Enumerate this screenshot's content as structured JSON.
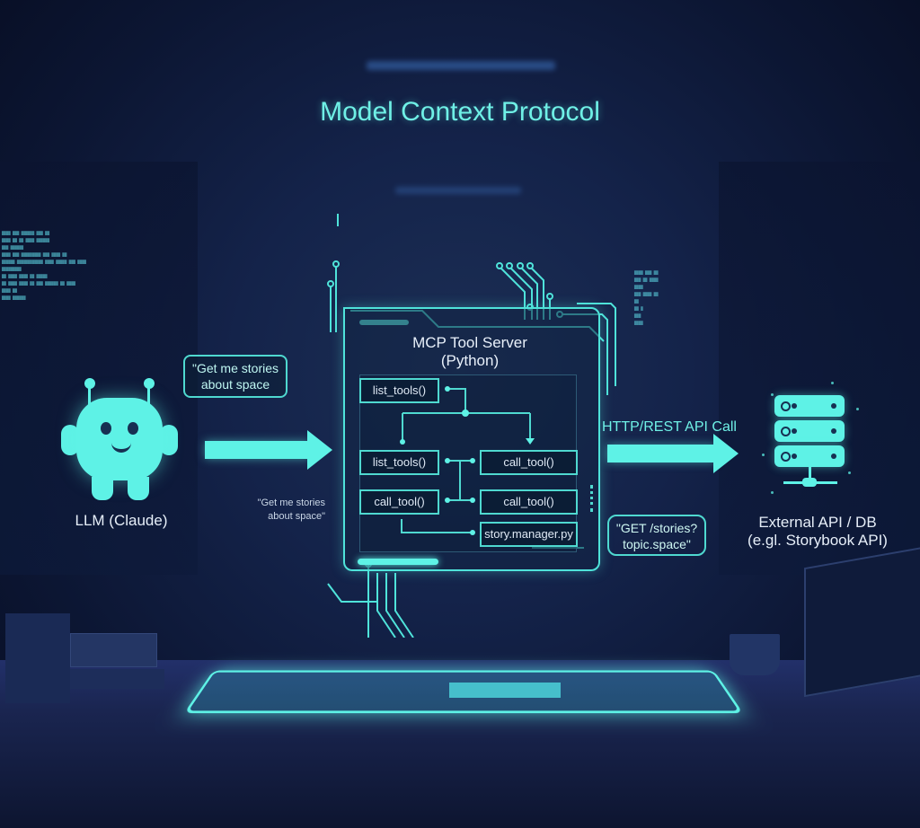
{
  "title": "Model Context Protocol",
  "llm": {
    "label": "LLM (Claude)",
    "speech_bubble": "\"Get me stories about space",
    "request_text": "\"Get me stories about space\""
  },
  "server": {
    "title_line1": "MCP Tool Server",
    "title_line2": "(Python)",
    "functions": [
      {
        "label": "list_tools()",
        "position": "top-left"
      },
      {
        "label": "list_tools()",
        "position": "middle-left"
      },
      {
        "label": "call_tool()",
        "position": "middle-right"
      },
      {
        "label": "call_tool()",
        "position": "lower-left"
      },
      {
        "label": "call_tool()",
        "position": "lower-right"
      },
      {
        "label": "story.manager.py",
        "position": "bottom-right"
      }
    ]
  },
  "api_call": {
    "label": "HTTP/REST API Call",
    "request_bubble": "\"GET /stories? topic.space\""
  },
  "external": {
    "label_line1": "External API / DB",
    "label_line2": "(e.gl. Storybook API)"
  },
  "colors": {
    "accent": "#5ef2e6",
    "background": "#14234a",
    "text": "#e6eef8"
  }
}
